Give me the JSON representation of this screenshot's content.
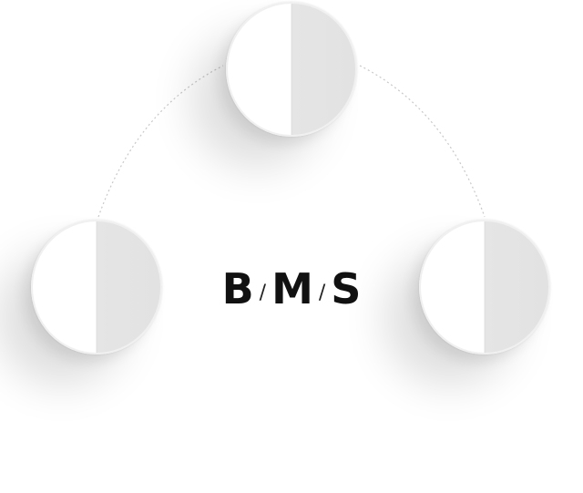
{
  "diagram": {
    "label_parts": [
      "B",
      "/",
      "M",
      "/",
      "S"
    ],
    "colors": {
      "node_left_half": "#ffffff",
      "node_right_half": "#e4e4e4",
      "connector": "#c8c8c8",
      "text": "#111111"
    },
    "nodes": [
      "node-top",
      "node-left",
      "node-right"
    ]
  }
}
